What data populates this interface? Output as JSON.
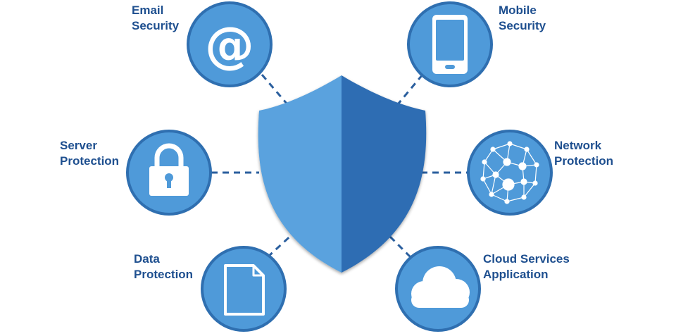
{
  "colors": {
    "circle_fill": "#4f9ad9",
    "circle_ring": "#2f6fb0",
    "shield_light": "#5aa2de",
    "shield_dark": "#2e6db3",
    "connector": "#2b5f9e",
    "label_text": "#1e4f8f",
    "icon_color": "#ffffff"
  },
  "nodes": {
    "email": {
      "line1": "Email",
      "line2": "Security",
      "icon": "at-sign-icon"
    },
    "mobile": {
      "line1": "Mobile",
      "line2": "Security",
      "icon": "smartphone-icon"
    },
    "server": {
      "line1": "Server",
      "line2": "Protection",
      "icon": "padlock-icon"
    },
    "network": {
      "line1": "Network",
      "line2": "Protection",
      "icon": "network-globe-icon"
    },
    "data": {
      "line1": "Data",
      "line2": "Protection",
      "icon": "document-icon"
    },
    "cloud": {
      "line1": "Cloud Services",
      "line2": "Application",
      "icon": "cloud-icon"
    }
  },
  "center": {
    "icon": "shield-icon"
  }
}
